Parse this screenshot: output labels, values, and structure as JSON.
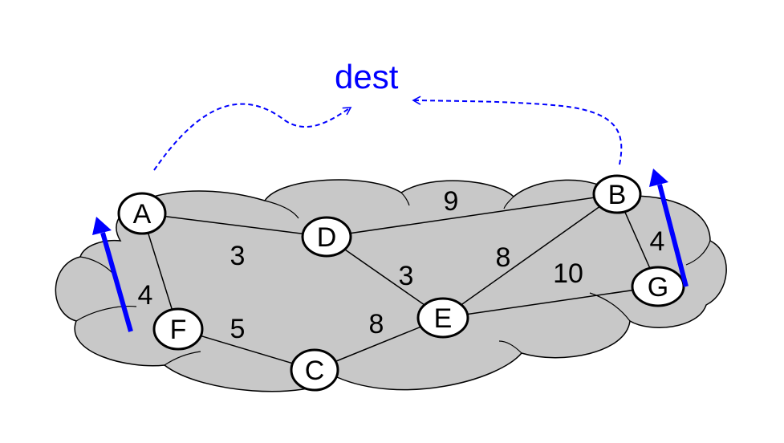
{
  "destination": {
    "label": "dest",
    "color": "#0000ff"
  },
  "colors": {
    "cloud_fill": "#c8c8c8",
    "cloud_stroke": "#000000",
    "node_fill": "#ffffff",
    "edge_stroke": "#000000",
    "arrow_color": "#0000ff"
  },
  "nodes": [
    {
      "id": "A",
      "label": "A"
    },
    {
      "id": "B",
      "label": "B"
    },
    {
      "id": "C",
      "label": "C"
    },
    {
      "id": "D",
      "label": "D"
    },
    {
      "id": "E",
      "label": "E"
    },
    {
      "id": "F",
      "label": "F"
    },
    {
      "id": "G",
      "label": "G"
    }
  ],
  "edges": [
    {
      "from": "A",
      "to": "D",
      "weight": "3"
    },
    {
      "from": "A",
      "to": "F",
      "weight": "4"
    },
    {
      "from": "F",
      "to": "C",
      "weight": "5"
    },
    {
      "from": "C",
      "to": "E",
      "weight": "8"
    },
    {
      "from": "D",
      "to": "E",
      "weight": "3"
    },
    {
      "from": "D",
      "to": "B",
      "weight": "9"
    },
    {
      "from": "E",
      "to": "B",
      "weight": "8"
    },
    {
      "from": "E",
      "to": "G",
      "weight": "10"
    },
    {
      "from": "B",
      "to": "G",
      "weight": "4"
    }
  ]
}
